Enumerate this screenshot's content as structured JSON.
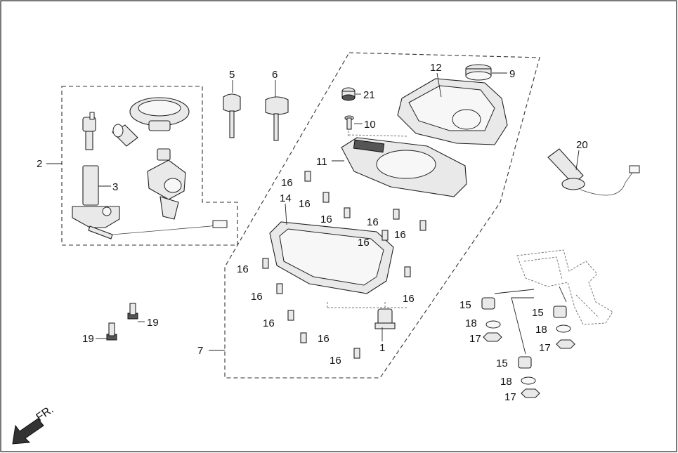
{
  "callouts": {
    "c1": "1",
    "c2": "2",
    "c3": "3",
    "c5": "5",
    "c6": "6",
    "c7": "7",
    "c9": "9",
    "c10": "10",
    "c11": "11",
    "c12": "12",
    "c14": "14",
    "c15a": "15",
    "c15b": "15",
    "c15c": "15",
    "c16a": "16",
    "c16b": "16",
    "c16c": "16",
    "c16d": "16",
    "c16e": "16",
    "c16f": "16",
    "c16g": "16",
    "c16h": "16",
    "c16i": "16",
    "c16j": "16",
    "c17a": "17",
    "c17b": "17",
    "c17c": "17",
    "c18a": "18",
    "c18b": "18",
    "c18c": "18",
    "c19a": "19",
    "c19b": "19",
    "c20": "20",
    "c21": "21"
  },
  "orientation": {
    "label": "FR.",
    "icon": "arrow-down-left-icon"
  },
  "colors": {
    "line": "#222222",
    "fill": "#e9e9e9",
    "background": "#ffffff"
  }
}
